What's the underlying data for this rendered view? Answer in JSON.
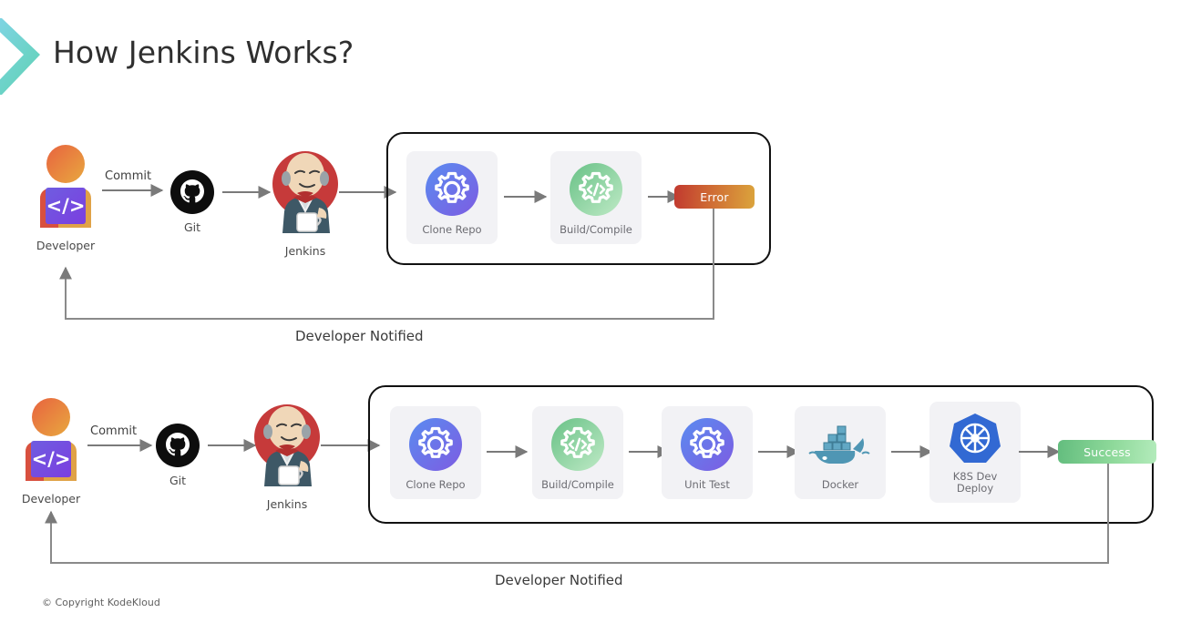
{
  "header": {
    "title": "How Jenkins Works?",
    "logo_icon": "kodekloud-chevron-icon",
    "logo_gradient_from": "#7fd2e8",
    "logo_gradient_to": "#5fd3b4"
  },
  "footer": {
    "copyright": "© Copyright KodeKloud"
  },
  "palette": {
    "gear_blue_from": "#5a8cf0",
    "gear_blue_to": "#7d5ce2",
    "gear_green_from": "#6cc389",
    "gear_green_to": "#b9e9c1",
    "error_from": "#c1392f",
    "error_to": "#dba43c",
    "success_from": "#63bd7e",
    "success_to": "#b3ebbb",
    "k8s_blue": "#3269d3",
    "docker_blue": "#57a0bd",
    "node_bg": "#f2f2f5",
    "arrow_gray": "#7a7a7a",
    "box_border": "#111111"
  },
  "flows": [
    {
      "id": "failure-flow",
      "actors": {
        "developer": {
          "label": "Developer",
          "icon": "developer-avatar-icon"
        },
        "git": {
          "label": "Git",
          "icon": "github-octocat-icon"
        },
        "jenkins": {
          "label": "Jenkins",
          "icon": "jenkins-butler-icon"
        }
      },
      "commit_label": "Commit",
      "stages": [
        {
          "label": "Clone Repo",
          "icon": "gear-blue-icon"
        },
        {
          "label": "Build/Compile",
          "icon": "gear-green-code-icon"
        }
      ],
      "result": {
        "label": "Error",
        "type": "error"
      },
      "feedback_label": "Developer Notified"
    },
    {
      "id": "success-flow",
      "actors": {
        "developer": {
          "label": "Developer",
          "icon": "developer-avatar-icon"
        },
        "git": {
          "label": "Git",
          "icon": "github-octocat-icon"
        },
        "jenkins": {
          "label": "Jenkins",
          "icon": "jenkins-butler-icon"
        }
      },
      "commit_label": "Commit",
      "stages": [
        {
          "label": "Clone Repo",
          "icon": "gear-blue-icon"
        },
        {
          "label": "Build/Compile",
          "icon": "gear-green-code-icon"
        },
        {
          "label": "Unit Test",
          "icon": "gear-blue-icon"
        },
        {
          "label": "Docker",
          "icon": "docker-whale-icon"
        },
        {
          "label": "K8S Dev\nDeploy",
          "icon": "kubernetes-helm-icon"
        }
      ],
      "result": {
        "label": "Success",
        "type": "success"
      },
      "feedback_label": "Developer Notified"
    }
  ]
}
